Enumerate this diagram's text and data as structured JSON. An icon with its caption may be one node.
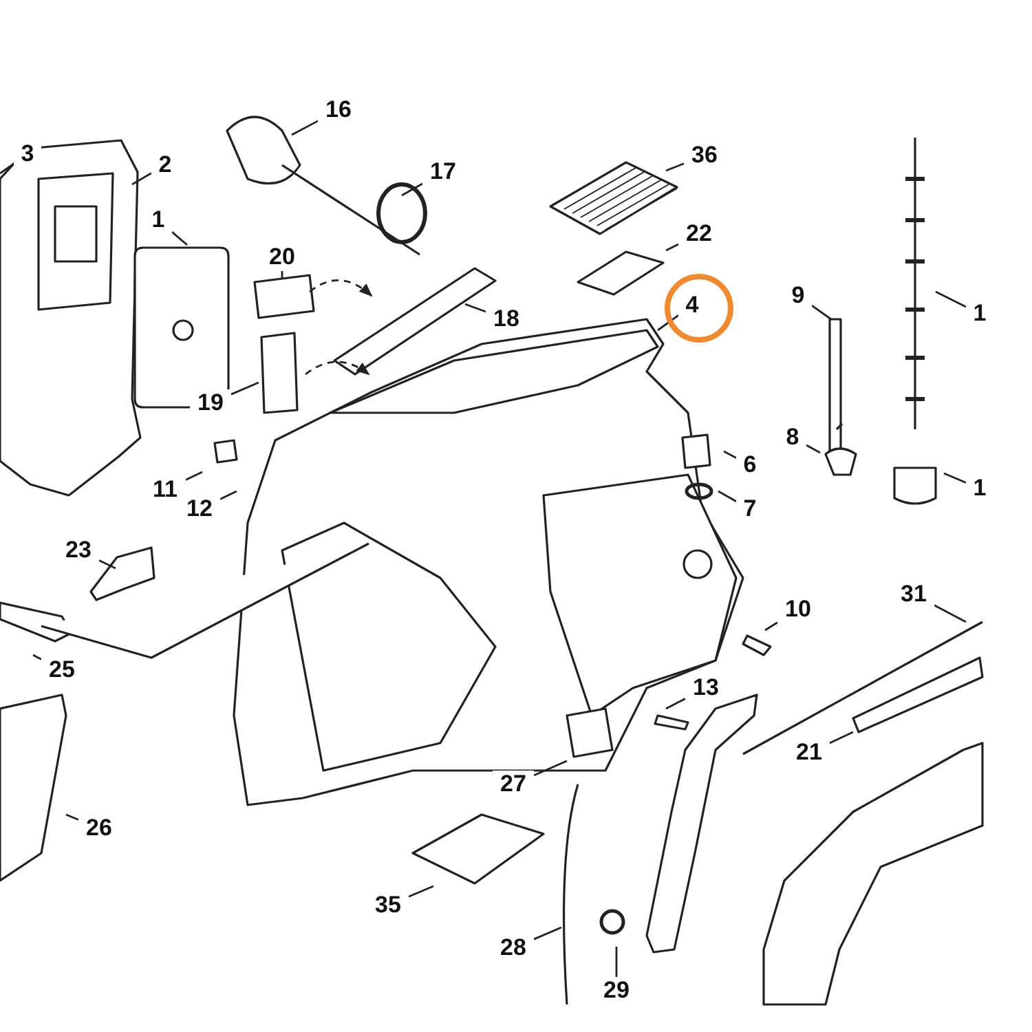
{
  "diagram": {
    "nodes": [
      {
        "text": [
          "3"
        ]
      },
      {
        "text": [
          "2"
        ]
      },
      {
        "text": [
          "16"
        ]
      },
      {
        "text": [
          "17"
        ]
      },
      {
        "text": [
          "1"
        ]
      },
      {
        "text": [
          "20"
        ]
      },
      {
        "text": [
          "18"
        ]
      },
      {
        "text": [
          "36"
        ]
      },
      {
        "text": [
          "22"
        ]
      },
      {
        "text": [],
        "shape": "circle"
      },
      {
        "text": [
          "4"
        ],
        "in": 9
      },
      {
        "text": [
          "9"
        ]
      },
      {
        "text": [
          "1"
        ]
      },
      {
        "text": [
          "19"
        ]
      },
      {
        "text": [
          "11"
        ]
      },
      {
        "text": [
          "12"
        ]
      },
      {
        "text": [
          "8"
        ]
      },
      {
        "text": [
          "6"
        ]
      },
      {
        "text": [
          "7"
        ]
      },
      {
        "text": [
          "1"
        ]
      },
      {
        "text": [
          "23"
        ]
      },
      {
        "text": [
          "31"
        ]
      },
      {
        "text": [
          "10"
        ]
      },
      {
        "text": [
          "25"
        ]
      },
      {
        "text": [
          "13"
        ]
      },
      {
        "text": [
          "21"
        ]
      },
      {
        "text": [
          "27"
        ]
      },
      {
        "text": [
          "26"
        ]
      },
      {
        "text": [
          "35"
        ]
      },
      {
        "text": [
          "28"
        ]
      },
      {
        "text": [
          "29"
        ]
      }
    ],
    "edges": [
      {
        "from": 0,
        "to": null,
        "arrow": "none"
      },
      {
        "from": 1,
        "to": null,
        "arrow": "none"
      },
      {
        "from": 2,
        "to": null,
        "arrow": "none"
      },
      {
        "from": 3,
        "to": null,
        "arrow": "none"
      },
      {
        "from": 4,
        "to": null,
        "arrow": "none"
      },
      {
        "from": 5,
        "to": null,
        "arrow": "none"
      },
      {
        "from": 6,
        "to": null,
        "arrow": "none"
      },
      {
        "from": 7,
        "to": null,
        "arrow": "none"
      },
      {
        "from": 8,
        "to": null,
        "arrow": "none"
      },
      {
        "from": 10,
        "to": null,
        "arrow": "none"
      },
      {
        "from": 11,
        "to": null,
        "arrow": "none"
      },
      {
        "from": 12,
        "to": null,
        "arrow": "none"
      },
      {
        "from": 13,
        "to": null,
        "arrow": "none"
      },
      {
        "from": 14,
        "to": null,
        "arrow": "none"
      },
      {
        "from": 15,
        "to": null,
        "arrow": "none"
      },
      {
        "from": 16,
        "to": null,
        "arrow": "none"
      },
      {
        "from": 17,
        "to": null,
        "arrow": "none"
      },
      {
        "from": 18,
        "to": null,
        "arrow": "none"
      },
      {
        "from": 19,
        "to": null,
        "arrow": "none"
      },
      {
        "from": 20,
        "to": null,
        "arrow": "none"
      },
      {
        "from": 21,
        "to": null,
        "arrow": "none"
      },
      {
        "from": 22,
        "to": null,
        "arrow": "none"
      },
      {
        "from": 23,
        "to": null,
        "arrow": "none"
      },
      {
        "from": 24,
        "to": null,
        "arrow": "none"
      },
      {
        "from": 25,
        "to": null,
        "arrow": "none"
      },
      {
        "from": 26,
        "to": null,
        "arrow": "none"
      },
      {
        "from": 27,
        "to": null,
        "arrow": "none"
      },
      {
        "from": 28,
        "to": null,
        "arrow": "none"
      },
      {
        "from": 29,
        "to": null,
        "arrow": "none"
      },
      {
        "from": 30,
        "to": null,
        "arrow": "none"
      }
    ]
  }
}
